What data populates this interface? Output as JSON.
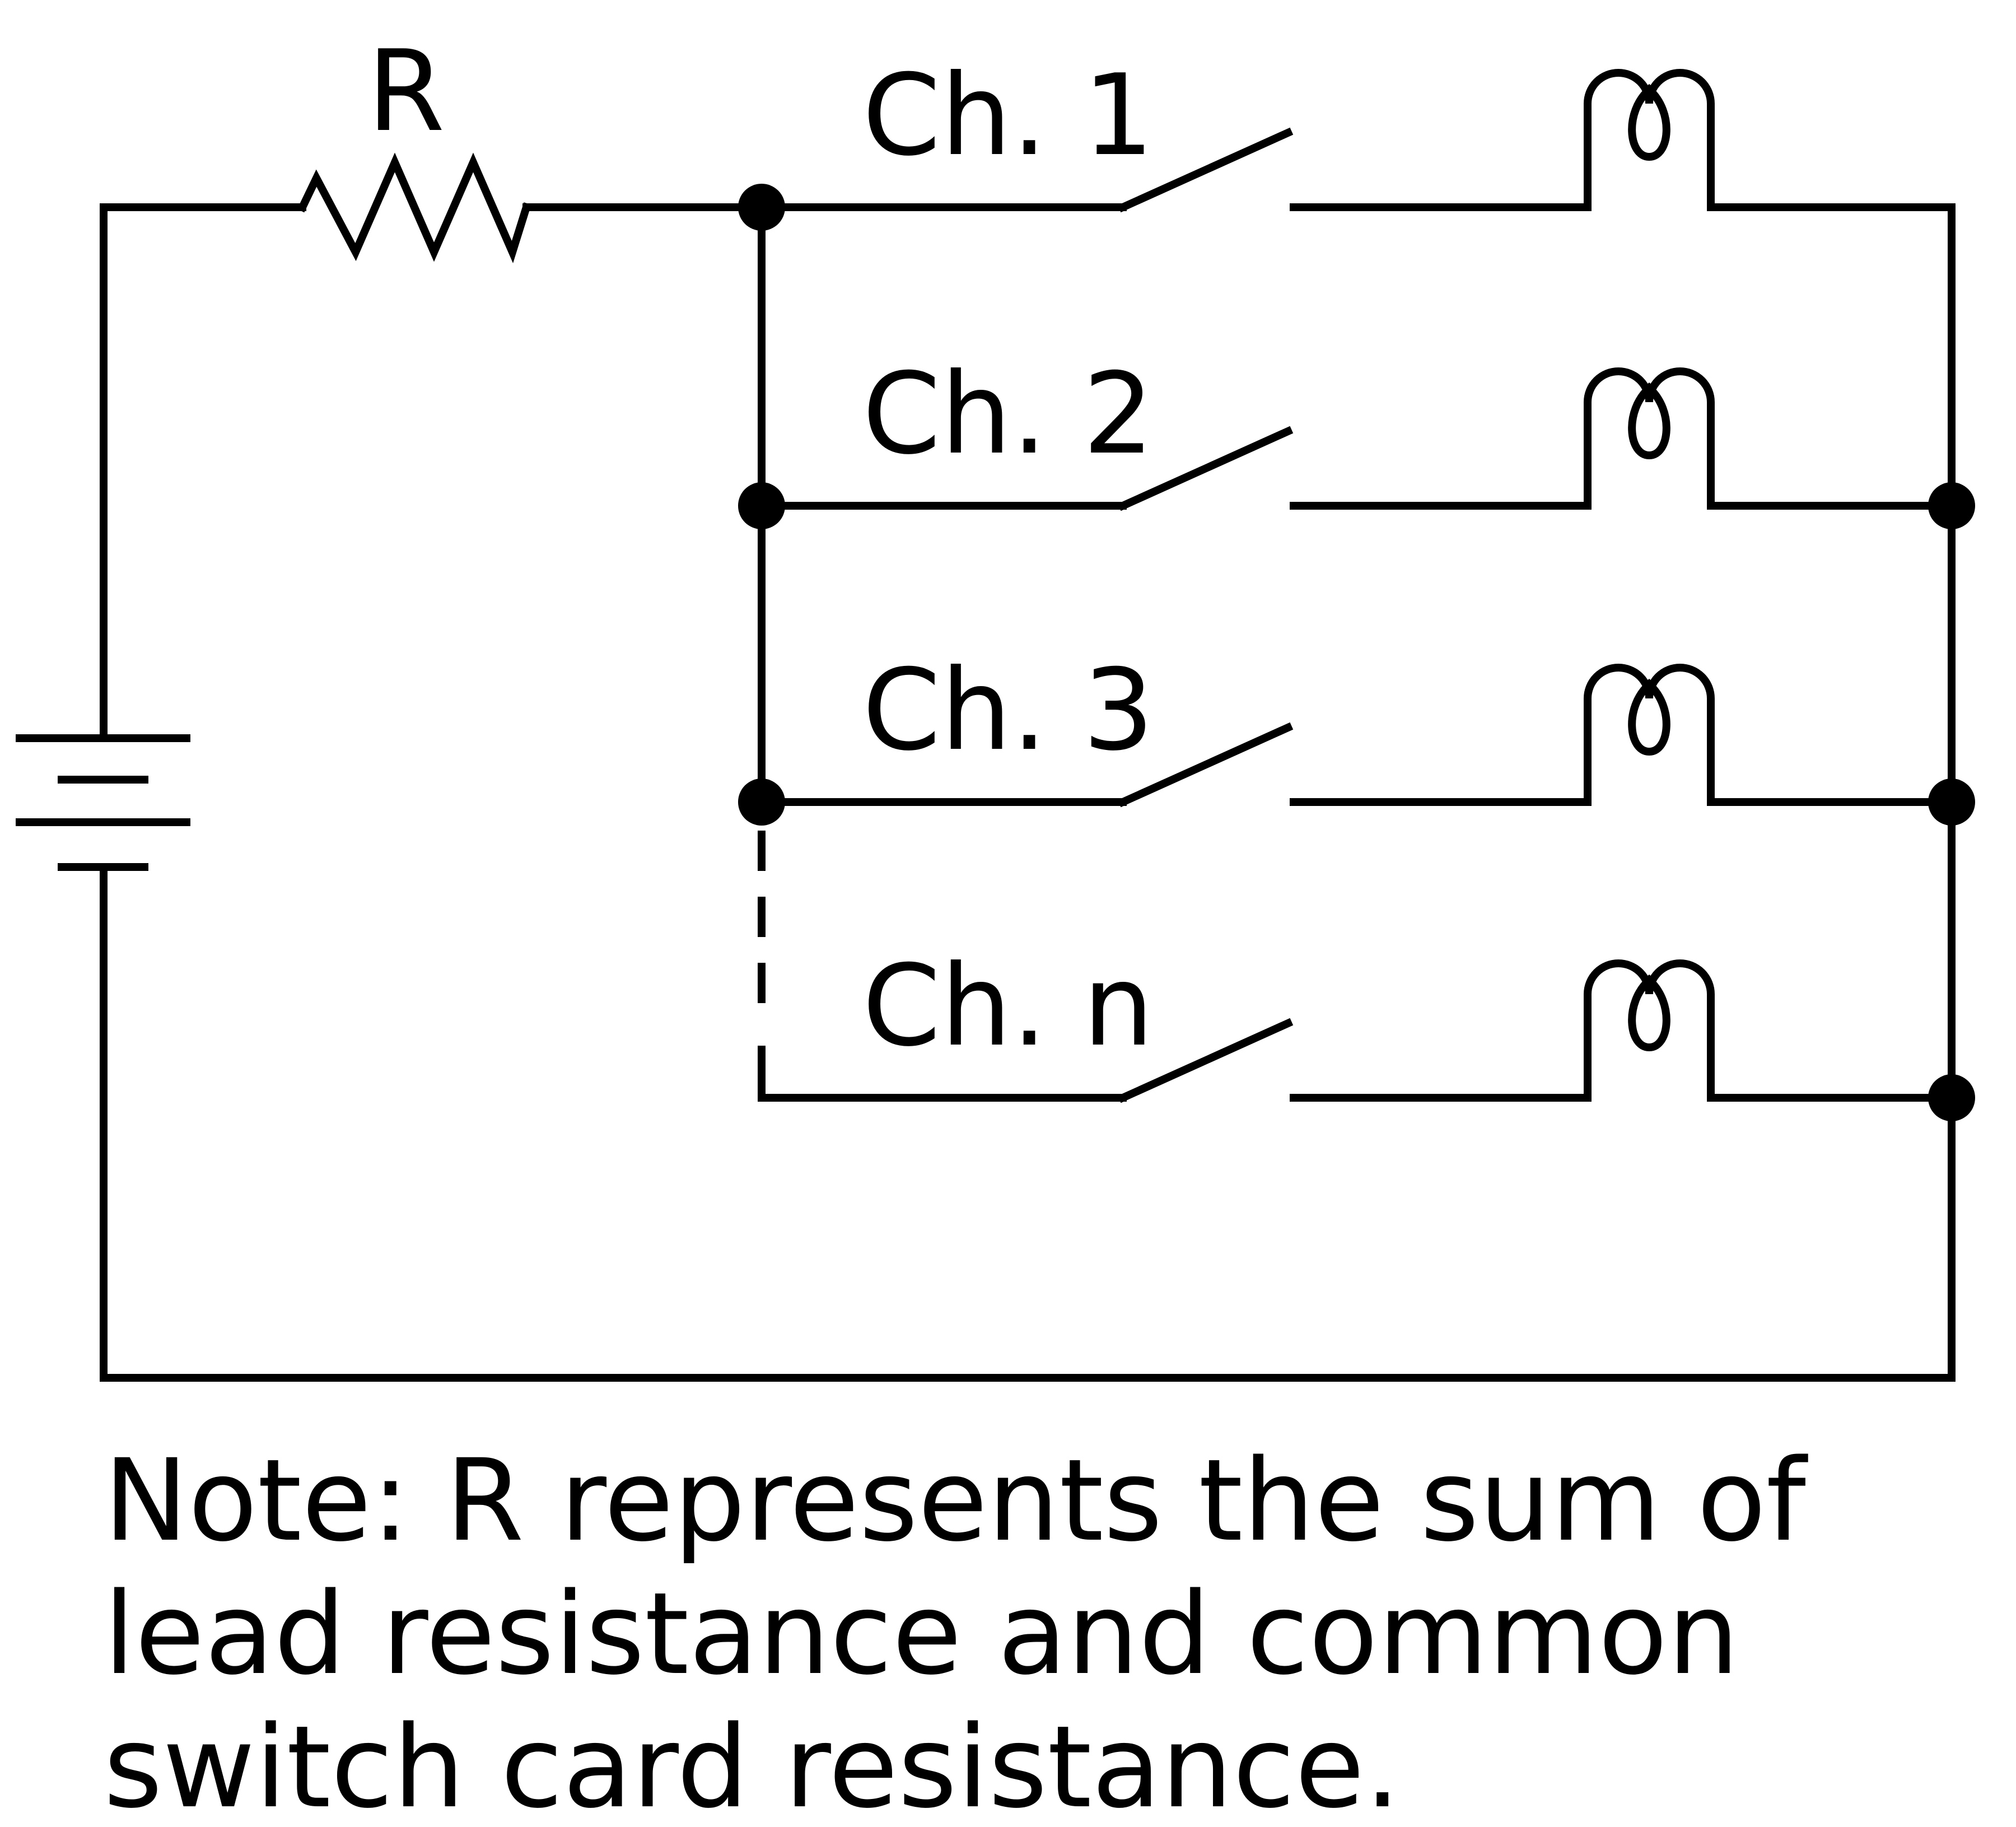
{
  "diagram": {
    "resistor_label": "R",
    "channels": [
      {
        "label": "Ch. 1"
      },
      {
        "label": "Ch. 2"
      },
      {
        "label": "Ch. 3"
      },
      {
        "label": "Ch. n"
      }
    ],
    "note_text": "Note: R represents the sum of lead resistance and common switch card resistance."
  },
  "colors": {
    "ink": "#000000",
    "background": "#ffffff"
  },
  "icons": [
    "battery-icon",
    "resistor-icon",
    "switch-icon",
    "lamp-icon"
  ]
}
